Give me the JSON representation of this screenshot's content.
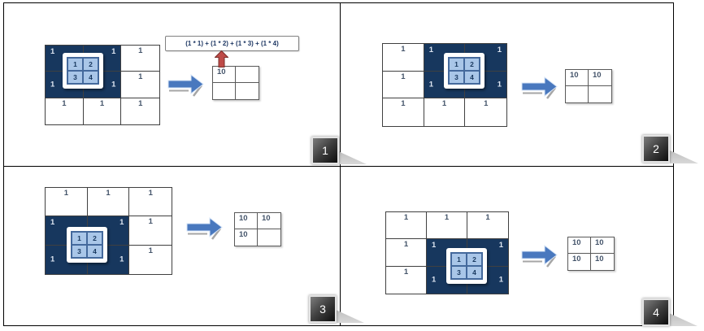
{
  "colors": {
    "highlight_fill": "#17375E",
    "kernel_fill": "#A9C6E8",
    "kernel_line": "#44699C",
    "grid_line": "#404040",
    "value_text": "#44546A",
    "value_text_on_dark": "#DCE4F0",
    "arrow_blue": "#4978BE",
    "arrow_red": "#BE4B48",
    "badge_bg": "#2B2B2B",
    "ribbon_gray": "#CACACA"
  },
  "panels": [
    {
      "badge": "1",
      "formula": "(1 * 1) + (1 * 2) + (1 * 3) + (1 * 4)",
      "input": {
        "values": [
          [
            "1",
            "1",
            "1"
          ],
          [
            "1",
            "1",
            "1"
          ],
          [
            "1",
            "1",
            "1"
          ]
        ],
        "highlight": {
          "row_start": 1,
          "col_start": 1,
          "rows": 2,
          "cols": 2
        }
      },
      "kernel": {
        "values": [
          [
            "1",
            "2"
          ],
          [
            "3",
            "4"
          ]
        ]
      },
      "output": {
        "values": [
          [
            "10",
            ""
          ],
          [
            "",
            ""
          ]
        ]
      }
    },
    {
      "badge": "2",
      "input": {
        "values": [
          [
            "1",
            "1",
            "1"
          ],
          [
            "1",
            "1",
            "1"
          ],
          [
            "1",
            "1",
            "1"
          ]
        ],
        "highlight": {
          "row_start": 1,
          "col_start": 2,
          "rows": 2,
          "cols": 2
        }
      },
      "kernel": {
        "values": [
          [
            "1",
            "2"
          ],
          [
            "3",
            "4"
          ]
        ]
      },
      "output": {
        "values": [
          [
            "10",
            "10"
          ],
          [
            "",
            ""
          ]
        ]
      }
    },
    {
      "badge": "3",
      "input": {
        "values": [
          [
            "1",
            "1",
            "1"
          ],
          [
            "1",
            "1",
            "1"
          ],
          [
            "1",
            "1",
            "1"
          ]
        ],
        "highlight": {
          "row_start": 2,
          "col_start": 1,
          "rows": 2,
          "cols": 2
        }
      },
      "kernel": {
        "values": [
          [
            "1",
            "2"
          ],
          [
            "3",
            "4"
          ]
        ]
      },
      "output": {
        "values": [
          [
            "10",
            "10"
          ],
          [
            "10",
            ""
          ]
        ]
      }
    },
    {
      "badge": "4",
      "input": {
        "values": [
          [
            "1",
            "1",
            "1"
          ],
          [
            "1",
            "1",
            "1"
          ],
          [
            "1",
            "1",
            "1"
          ]
        ],
        "highlight": {
          "row_start": 2,
          "col_start": 2,
          "rows": 2,
          "cols": 2
        }
      },
      "kernel": {
        "values": [
          [
            "1",
            "2"
          ],
          [
            "3",
            "4"
          ]
        ]
      },
      "output": {
        "values": [
          [
            "10",
            "10"
          ],
          [
            "10",
            "10"
          ]
        ]
      }
    }
  ]
}
